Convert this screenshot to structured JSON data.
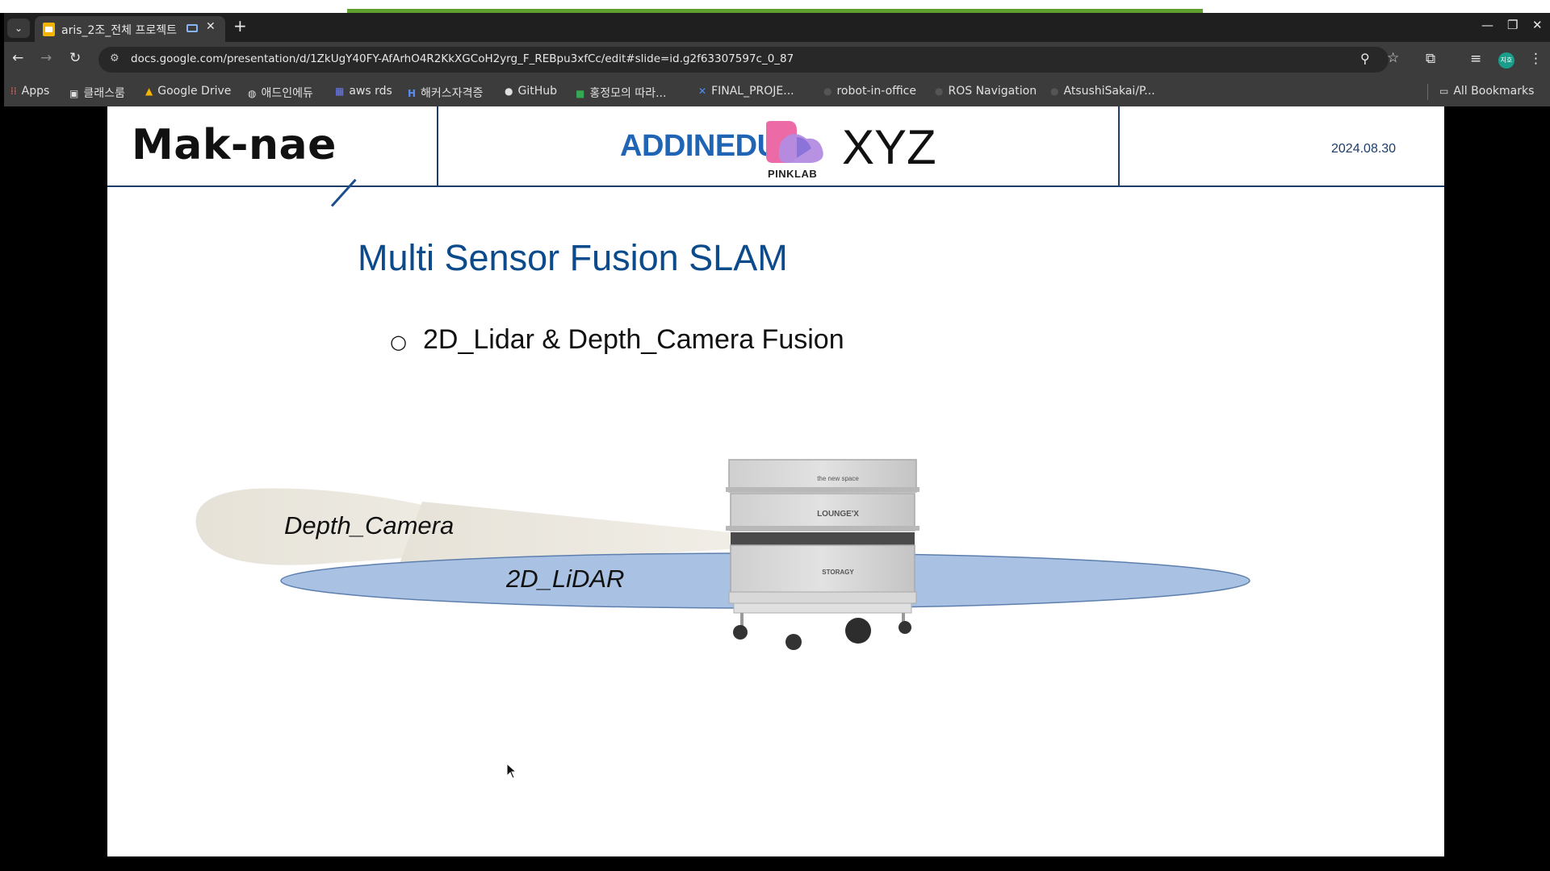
{
  "browser": {
    "tab_title": "aris_2조_전체 프로젝트",
    "url": "docs.google.com/presentation/d/1ZkUgY40FY-AfArhO4R2KkXGCoH2yrg_F_REBpu3xfCc/edit#slide=id.g2f63307597c_0_87",
    "profile_initials": "지호",
    "icons": {
      "back": "arrow-left-icon",
      "forward": "arrow-right-icon",
      "reload": "reload-icon",
      "zoom": "zoom-icon",
      "bookmark": "star-icon",
      "extensions": "puzzle-icon",
      "media": "media-control-icon",
      "menu": "kebab-menu-icon"
    }
  },
  "bookmarks": {
    "items": [
      {
        "label": "Apps"
      },
      {
        "label": "클래스룸"
      },
      {
        "label": "Google Drive"
      },
      {
        "label": "애드인에듀"
      },
      {
        "label": "aws rds"
      },
      {
        "label": "해커스자격증"
      },
      {
        "label": "GitHub"
      },
      {
        "label": "홍정모의 따라..."
      },
      {
        "label": "FINAL_PROJE..."
      },
      {
        "label": "robot-in-office"
      },
      {
        "label": "ROS Navigation"
      },
      {
        "label": "AtsushiSakai/P..."
      }
    ],
    "all_bookmarks": "All Bookmarks"
  },
  "slide": {
    "team_name": "Mak-nae",
    "logo_addinedu": "ADDINEDU",
    "logo_pinklab": "PINKLAB",
    "logo_xyz": "XYZ",
    "date": "2024.08.30",
    "title": "Multi Sensor Fusion SLAM",
    "bullet_mark": "○",
    "bullet": "2D_Lidar & Depth_Camera Fusion",
    "depth_camera_label": "Depth_Camera",
    "lidar_label": "2D_LiDAR",
    "robot_box_labels": [
      "the new space",
      "LOUNGE'X",
      "STORAGY"
    ]
  },
  "colors": {
    "title_blue": "#0b4a8b",
    "header_line": "#1c3d6b",
    "lidar_fill": "#a9c2e3",
    "camera_cone": "#ebe7de",
    "addinedu_blue": "#1f64b5",
    "progress_green": "#5fa02f"
  }
}
